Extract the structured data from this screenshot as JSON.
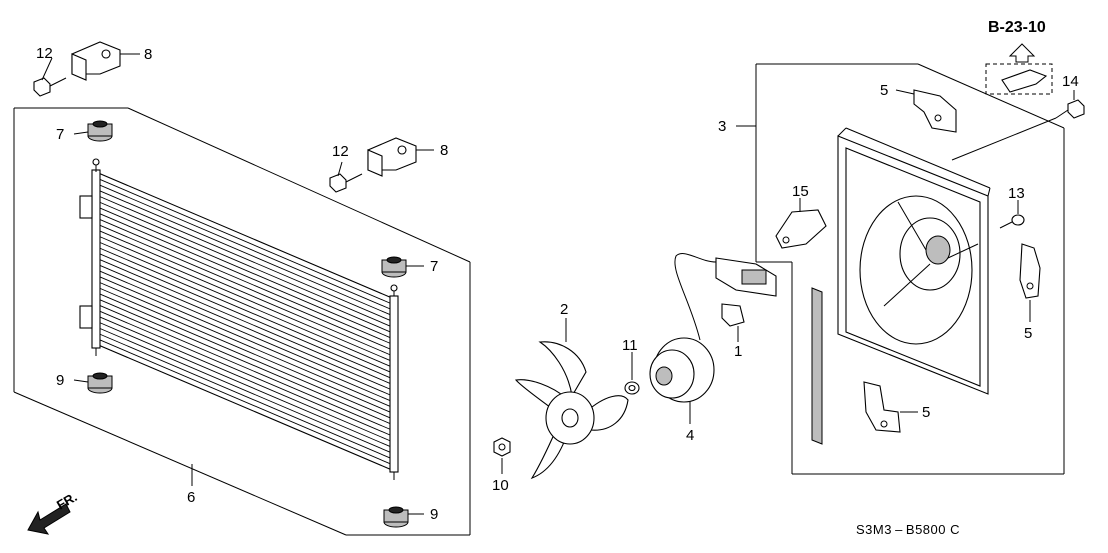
{
  "reference": "B-23-10",
  "diagram_code": "S3M3 – B5800 C",
  "direction_label": "FR.",
  "callouts": {
    "c1": "1",
    "c2": "2",
    "c3": "3",
    "c4": "4",
    "c5a": "5",
    "c5b": "5",
    "c5c": "5",
    "c6": "6",
    "c7a": "7",
    "c7b": "7",
    "c8a": "8",
    "c8b": "8",
    "c9a": "9",
    "c9b": "9",
    "c10": "10",
    "c11": "11",
    "c12a": "12",
    "c12b": "12",
    "c13": "13",
    "c14": "14",
    "c15": "15"
  },
  "parts": [
    {
      "num": "1",
      "part": "connector-clip"
    },
    {
      "num": "2",
      "part": "fan-blade"
    },
    {
      "num": "3",
      "part": "fan-shroud-assembly"
    },
    {
      "num": "4",
      "part": "fan-motor"
    },
    {
      "num": "5",
      "part": "shroud-bracket"
    },
    {
      "num": "6",
      "part": "condenser"
    },
    {
      "num": "7",
      "part": "upper-cushion"
    },
    {
      "num": "8",
      "part": "mounting-bracket"
    },
    {
      "num": "9",
      "part": "lower-cushion"
    },
    {
      "num": "10",
      "part": "flange-nut"
    },
    {
      "num": "11",
      "part": "washer"
    },
    {
      "num": "12",
      "part": "bolt"
    },
    {
      "num": "13",
      "part": "screw"
    },
    {
      "num": "14",
      "part": "flange-bolt"
    },
    {
      "num": "15",
      "part": "harness-bracket"
    }
  ]
}
